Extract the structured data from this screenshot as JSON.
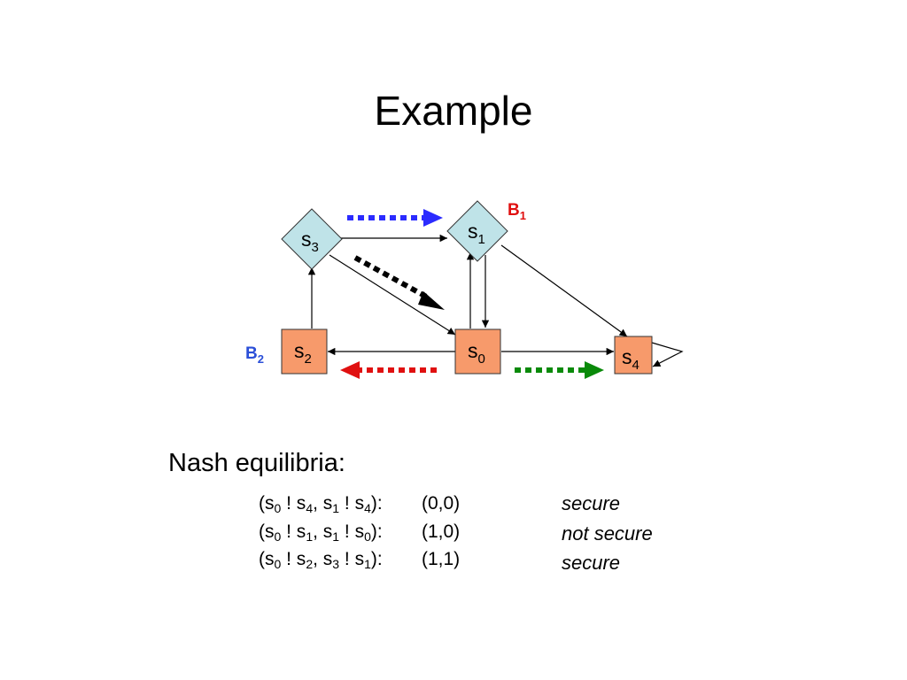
{
  "slide": {
    "title": "Example"
  },
  "diagram": {
    "nodes": [
      {
        "id": "s3",
        "letter": "s",
        "sub": "3",
        "shape": "diamond",
        "color": "#bfe3e8"
      },
      {
        "id": "s1",
        "letter": "s",
        "sub": "1",
        "shape": "diamond",
        "color": "#bfe3e8"
      },
      {
        "id": "s2",
        "letter": "s",
        "sub": "2",
        "shape": "square",
        "color": "#f79a6b"
      },
      {
        "id": "s0",
        "letter": "s",
        "sub": "0",
        "shape": "square",
        "color": "#f79a6b"
      },
      {
        "id": "s4",
        "letter": "s",
        "sub": "4",
        "shape": "square",
        "color": "#f79a6b"
      }
    ],
    "edges": [
      {
        "from": "s3",
        "to": "s1"
      },
      {
        "from": "s3",
        "to": "s0"
      },
      {
        "from": "s2",
        "to": "s3"
      },
      {
        "from": "s0",
        "to": "s2"
      },
      {
        "from": "s0",
        "to": "s1"
      },
      {
        "from": "s1",
        "to": "s0"
      },
      {
        "from": "s1",
        "to": "s4"
      },
      {
        "from": "s0",
        "to": "s4"
      },
      {
        "from": "s4",
        "to": "s4"
      }
    ],
    "dashed_arrows": [
      {
        "from": "s3",
        "to": "s1",
        "color": "#2b2bff"
      },
      {
        "from": "s3",
        "to": "s0",
        "color": "#000000"
      },
      {
        "from": "s0",
        "to": "s2",
        "color": "#e01010"
      },
      {
        "from": "s0",
        "to": "s4",
        "color": "#0a8a0a"
      }
    ],
    "owners": [
      {
        "letter": "B",
        "sub": "1",
        "color": "#e01010"
      },
      {
        "letter": "B",
        "sub": "2",
        "color": "#2b4fd8"
      }
    ]
  },
  "nash": {
    "heading": "Nash equilibria:",
    "rows": [
      {
        "open": "(s",
        "a": "0",
        "arrow1": " ! s",
        "b": "4",
        "sep": ", s",
        "c": "1",
        "arrow2": " ! s",
        "d": "4",
        "close": "):",
        "payoff": "(0,0)",
        "verdict": "secure"
      },
      {
        "open": "(s",
        "a": "0",
        "arrow1": " ! s",
        "b": "1",
        "sep": ", s",
        "c": "1",
        "arrow2": " ! s",
        "d": "0",
        "close": "):",
        "payoff": "(1,0)",
        "verdict": "not secure"
      },
      {
        "open": "(s",
        "a": "0",
        "arrow1": " ! s",
        "b": "2",
        "sep": ", s",
        "c": "3",
        "arrow2": " ! s",
        "d": "1",
        "close": "):",
        "payoff": "(1,1)",
        "verdict": "secure"
      }
    ]
  }
}
